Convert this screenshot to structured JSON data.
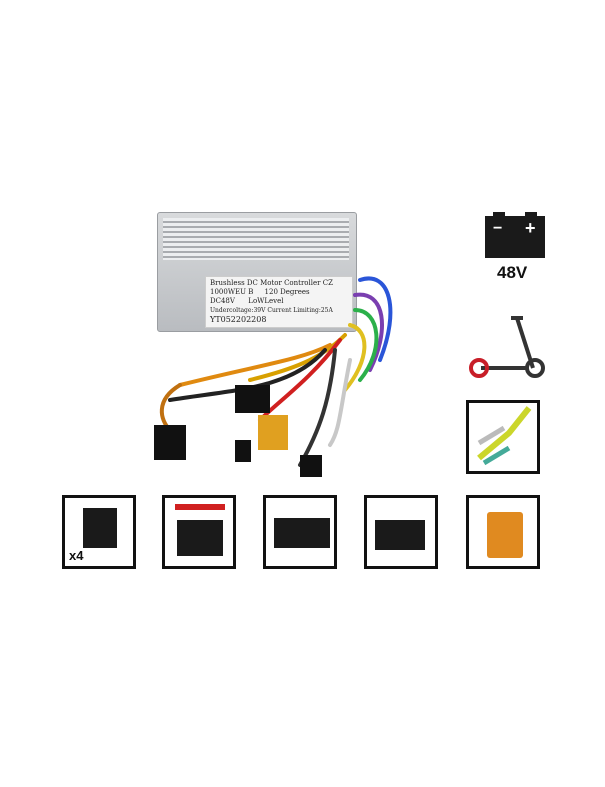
{
  "controller_label": {
    "line1": "Brushless DC Motor Controller CZ",
    "line2a": "1000WEU B",
    "line2b": "120 Degrees",
    "line3a": "DC48V",
    "line3b": "LoWLevel",
    "line4": "Undercoltage:39V Current Limiting:25A",
    "line5": "YT052202208"
  },
  "battery": {
    "minus": "−",
    "plus": "+",
    "voltage": "48V"
  },
  "connector_count": "x4"
}
